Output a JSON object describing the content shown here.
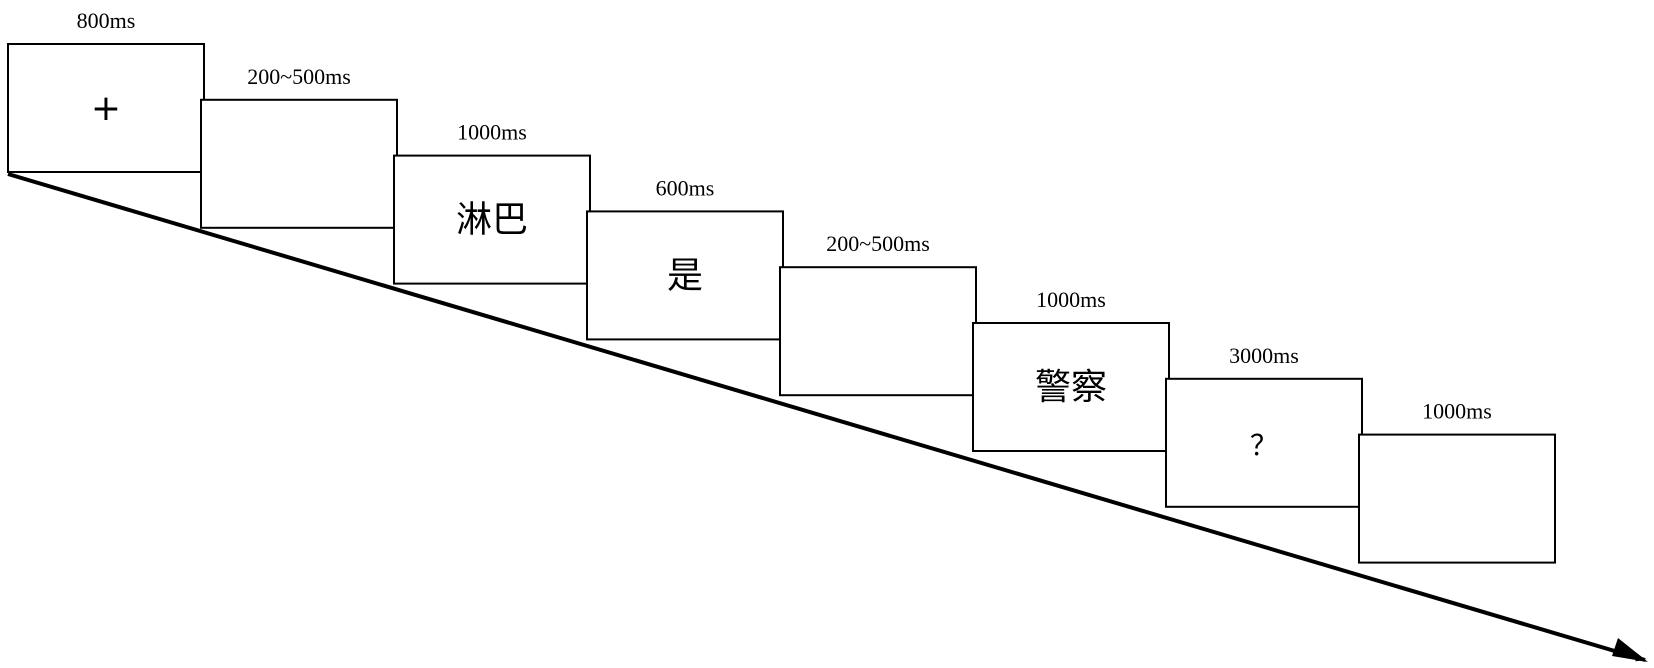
{
  "frames": [
    {
      "duration": "800ms",
      "stimulus": "+"
    },
    {
      "duration": "200~500ms",
      "stimulus": ""
    },
    {
      "duration": "1000ms",
      "stimulus": "淋巴"
    },
    {
      "duration": "600ms",
      "stimulus": "是"
    },
    {
      "duration": "200~500ms",
      "stimulus": ""
    },
    {
      "duration": "1000ms",
      "stimulus": "警察"
    },
    {
      "duration": "3000ms",
      "stimulus": "？"
    },
    {
      "duration": "1000ms",
      "stimulus": ""
    }
  ]
}
